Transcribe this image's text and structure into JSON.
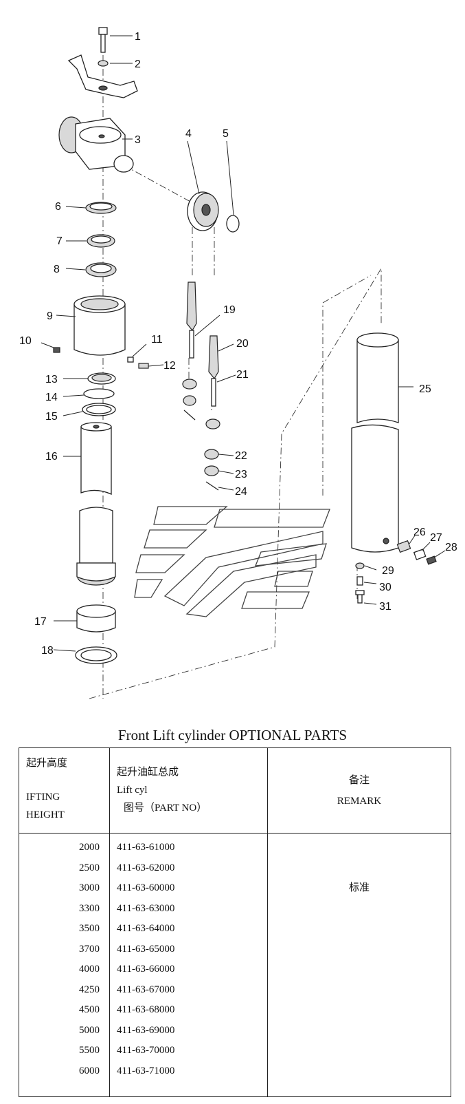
{
  "diagram": {
    "callouts": [
      "1",
      "2",
      "3",
      "4",
      "5",
      "6",
      "7",
      "8",
      "9",
      "10",
      "11",
      "12",
      "13",
      "14",
      "15",
      "16",
      "17",
      "18",
      "19",
      "20",
      "21",
      "22",
      "23",
      "24",
      "25",
      "26",
      "27",
      "28",
      "29",
      "30",
      "31"
    ]
  },
  "title": "Front Lift cylinder OPTIONAL PARTS",
  "table": {
    "header": {
      "height_cn": "起升高度",
      "height_en1": "IFTING",
      "height_en2": "HEIGHT",
      "assembly_cn": "起升油缸总成",
      "assembly_en": "Lift cyl",
      "part_no": "图号（PART NO）",
      "remark_cn": "备注",
      "remark_en": "REMARK"
    },
    "rows": [
      {
        "height": "2000",
        "part_no": "411-63-61000"
      },
      {
        "height": "2500",
        "part_no": "411-63-62000"
      },
      {
        "height": "3000",
        "part_no": "411-63-60000"
      },
      {
        "height": "3300",
        "part_no": "411-63-63000"
      },
      {
        "height": "3500",
        "part_no": "411-63-64000"
      },
      {
        "height": "3700",
        "part_no": "411-63-65000"
      },
      {
        "height": "4000",
        "part_no": "411-63-66000"
      },
      {
        "height": "4250",
        "part_no": "411-63-67000"
      },
      {
        "height": "4500",
        "part_no": "411-63-68000"
      },
      {
        "height": "5000",
        "part_no": "411-63-69000"
      },
      {
        "height": "5500",
        "part_no": "411-63-70000"
      },
      {
        "height": "6000",
        "part_no": "411-63-71000"
      }
    ],
    "remark_value": "标准"
  }
}
